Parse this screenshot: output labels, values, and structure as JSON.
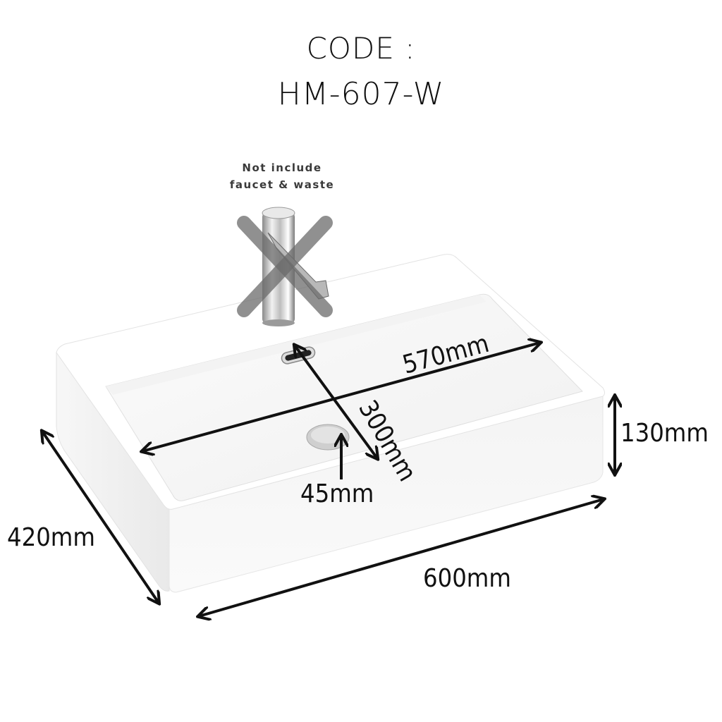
{
  "header": {
    "code_label": "CODE :",
    "code_value": "HM-607-W"
  },
  "note": {
    "line1": "Not include",
    "line2": "faucet & waste"
  },
  "product": {
    "type": "rectangular countertop ceramic basin",
    "color": "#ffffff",
    "faucet_icon": "faucet-crossed-out-icon",
    "cross_color": "#6b6b6b"
  },
  "dimensions": {
    "inner_length": "570mm",
    "inner_width": "300mm",
    "drain_diameter": "45mm",
    "height": "130mm",
    "depth": "420mm",
    "length": "600mm"
  }
}
